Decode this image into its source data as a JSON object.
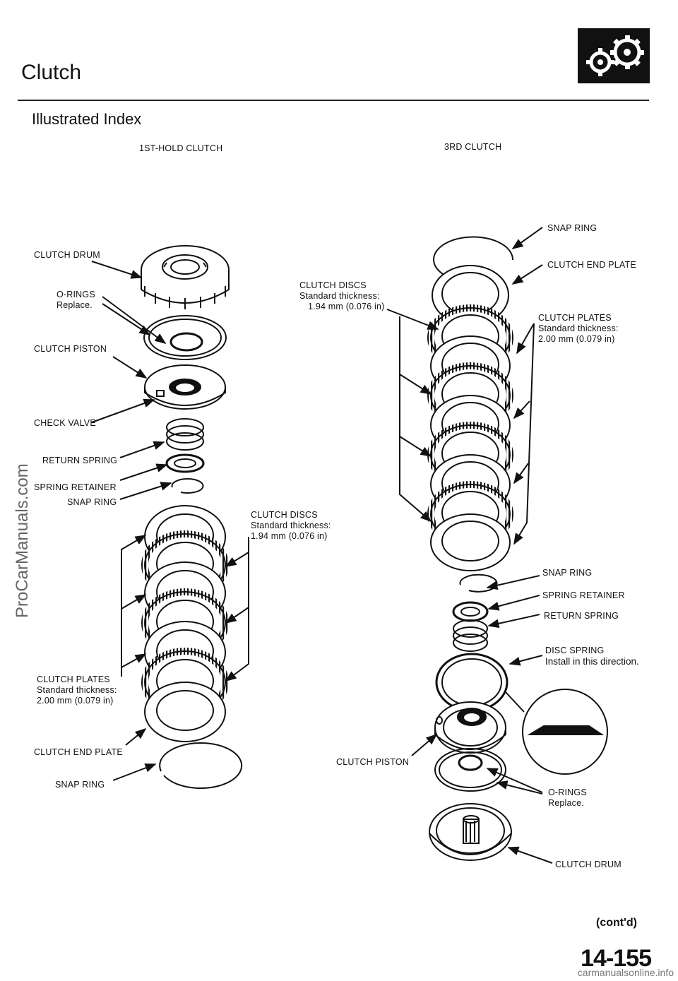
{
  "header": {
    "title": "Clutch",
    "subtitle": "Illustrated Index"
  },
  "sections": {
    "left": "1ST-HOLD  CLUTCH",
    "right": "3RD CLUTCH"
  },
  "left_labels": {
    "clutch_drum": "CLUTCH  DRUM",
    "orings": "O-RINGS",
    "orings_note": "Replace.",
    "clutch_piston": "CLUTCH  PISTON",
    "check_valve": "CHECK  VALVE",
    "return_spring": "RETURN  SPRING",
    "spring_retainer": "SPRING  RETAINER",
    "snap_ring": "SNAP  RING",
    "clutch_discs": "CLUTCH DISCS",
    "discs_std": "Standard thickness:",
    "discs_val": "1.94  mm  (0.076  in)",
    "clutch_plates": "CLUTCH PLATES",
    "plates_std": "Standard  thickness:",
    "plates_val": "2.00  mm  (0.079  in)",
    "end_plate": "CLUTCH END PLATE",
    "snap_ring_bottom": "SNAP  RING"
  },
  "right_labels": {
    "snap_ring": "SNAP  RING",
    "end_plate": "CLUTCH END PLATE",
    "clutch_discs": "CLUTCH DISCS",
    "discs_std": "Standard thickness:",
    "discs_val": "1.94  mm  (0.076  in)",
    "clutch_plates": "CLUTCH  PLATES",
    "plates_std": "Standard  thickness:",
    "plates_val": "2.00  mm  (0.079  in)",
    "snap_ring_2": "SNAP  RING",
    "spring_retainer": "SPRING RETAINER",
    "return_spring": "RETURN  SPRING",
    "disc_spring": "DISC  SPRING",
    "disc_spring_note": "Install in this direction.",
    "clutch_piston": "CLUTCH  PISTON",
    "orings": "O-RINGS",
    "orings_note": "Replace.",
    "clutch_drum": "CLUTCH  DRUM"
  },
  "footer": {
    "contd": "(cont'd)",
    "page": "14-155"
  },
  "watermark": {
    "side": "ProCarManuals.com",
    "bottom": "carmanualsonline.info"
  }
}
